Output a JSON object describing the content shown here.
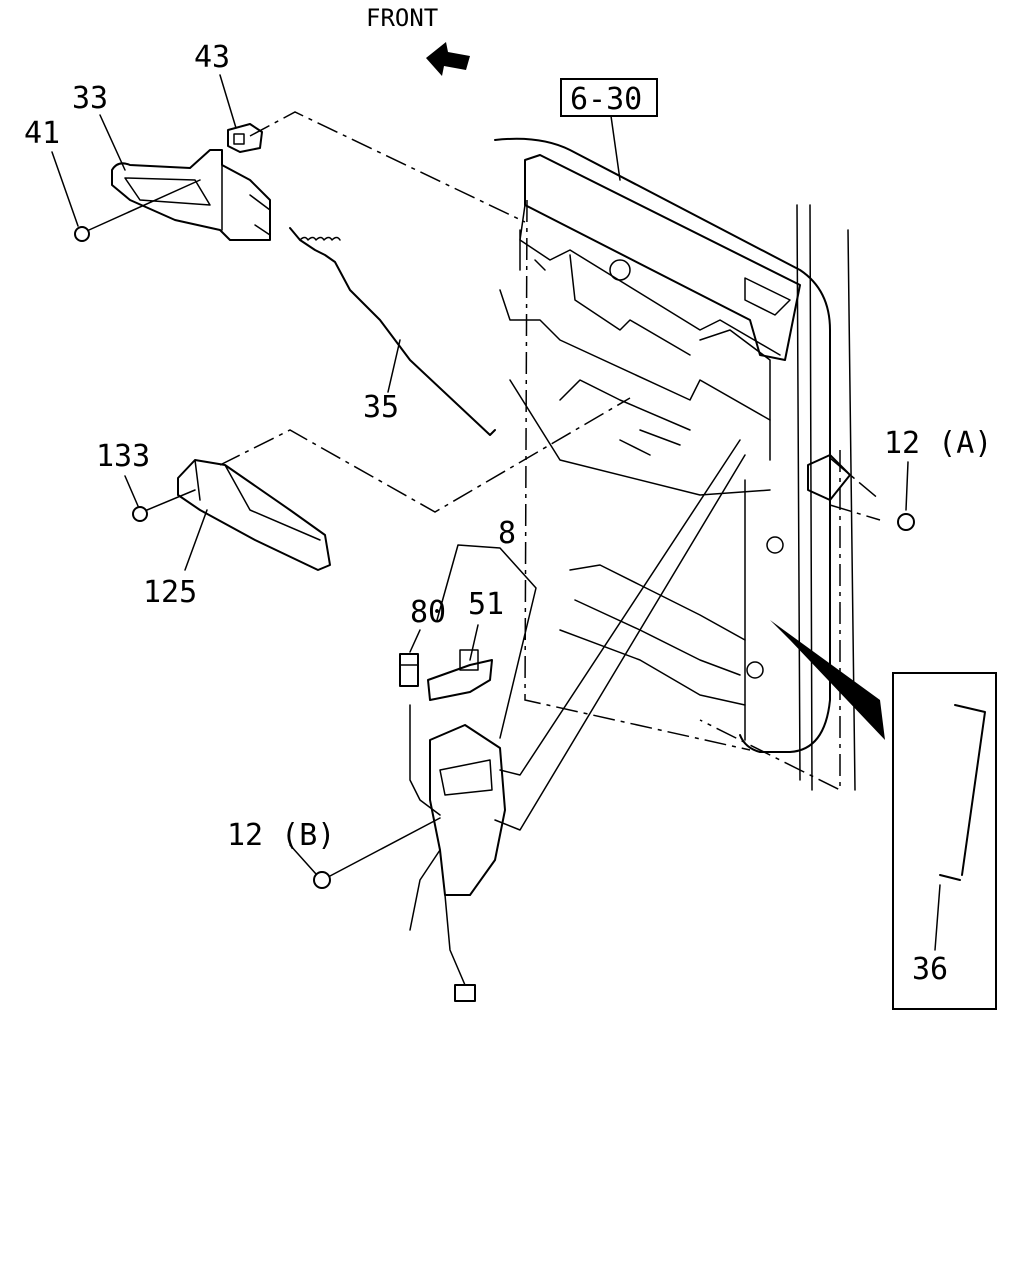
{
  "direction_label": "FRONT",
  "reference_box": "6-30",
  "callouts": {
    "c43": "43",
    "c33": "33",
    "c41": "41",
    "c35": "35",
    "c133": "133",
    "c125": "125",
    "c8": "8",
    "c80": "80",
    "c51": "51",
    "c12a": "12 (A)",
    "c12b": "12 (B)",
    "c36": "36"
  },
  "icons": {
    "direction_arrow": "arrow-front-icon"
  }
}
